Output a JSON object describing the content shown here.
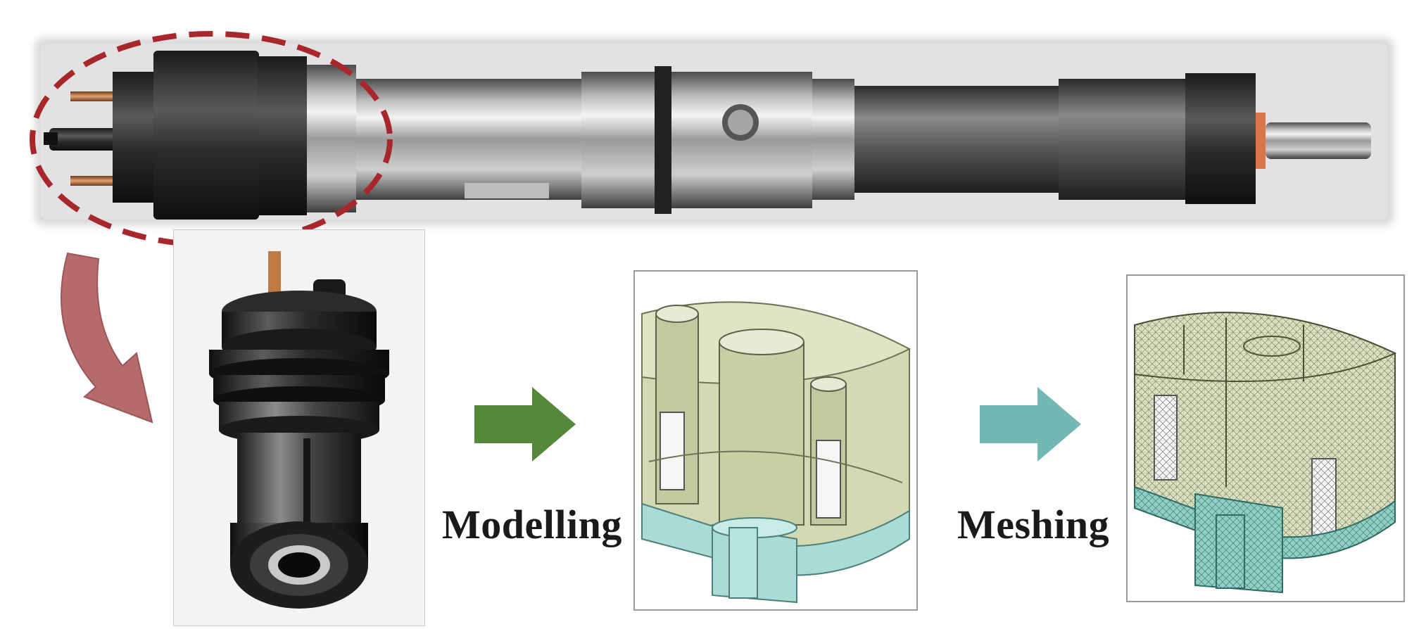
{
  "steps": {
    "modelling_label": "Modelling",
    "meshing_label": "Meshing"
  },
  "icons": {
    "highlight": "dashed-ellipse-highlight",
    "curved_arrow": "curved-arrow-icon",
    "modelling_arrow": "arrow-right-icon",
    "meshing_arrow": "arrow-right-icon"
  },
  "colors": {
    "highlight_dashed": "#a8272d",
    "curved_arrow": "#b56a6c",
    "modelling_arrow": "#55883a",
    "meshing_arrow": "#72b7b4",
    "model_body": "#d3d9b2",
    "model_base": "#a9dcd6",
    "mesh_body": "#dde4c5",
    "mesh_base": "#8fcfc6"
  }
}
